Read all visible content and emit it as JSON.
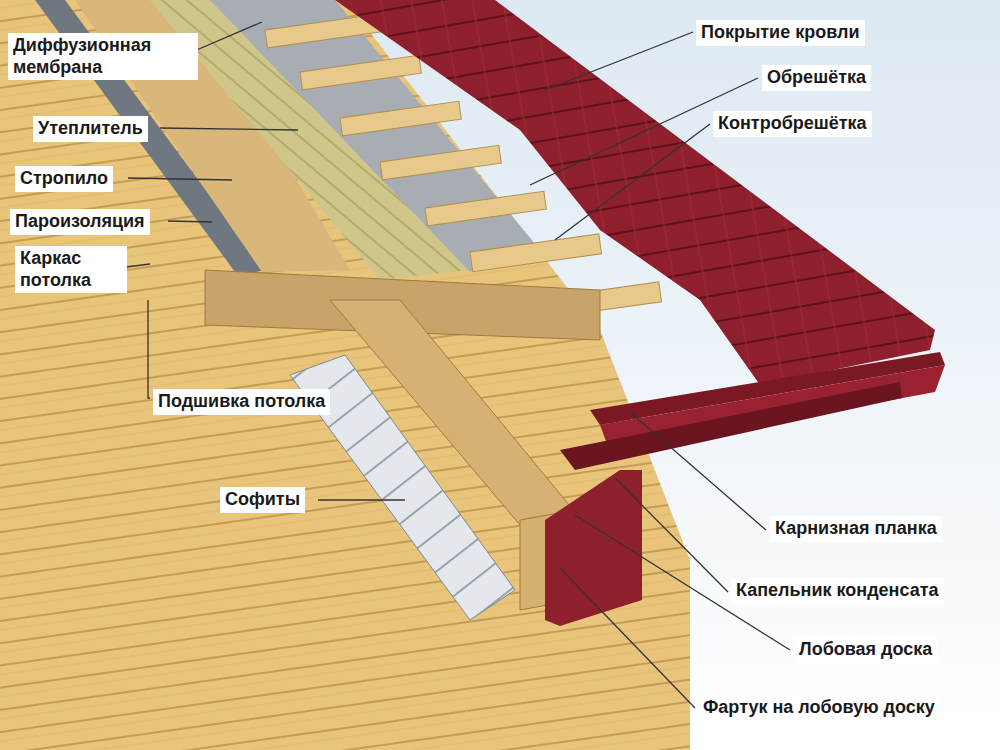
{
  "diagram": {
    "labels": [
      "Диффузионная мембрана",
      "Утеплитель",
      "Стропило",
      "Пароизоляция",
      "Каркас потолка",
      "Подшивка потолка",
      "Софиты",
      "Покрытие кровли",
      "Обрешётка",
      "Контробрешётка",
      "Карнизная планка",
      "Капельник конденсата",
      "Лобовая доска",
      "Фартук на лобовую доску"
    ]
  }
}
